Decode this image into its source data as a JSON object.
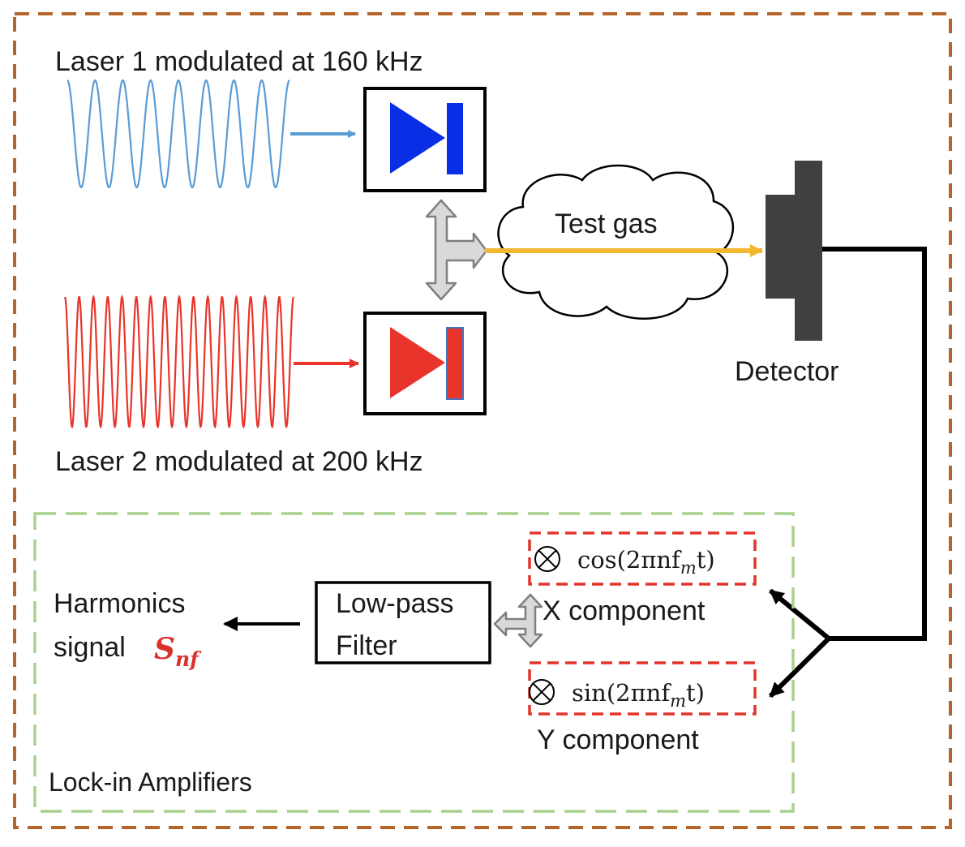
{
  "laser1": {
    "label": "Laser 1 modulated at 160 kHz",
    "color": "#5b9bd5",
    "diode_color": "#0a2ee6"
  },
  "laser2": {
    "label": "Laser 2 modulated at 200 kHz",
    "color": "#e8342a",
    "diode_color": "#e8342a"
  },
  "gas": {
    "label": "Test gas",
    "beam_color": "#f2b830"
  },
  "detector": {
    "label": "Detector"
  },
  "lockin": {
    "title": "Lock-in Amplifiers",
    "cos_ref": "cos(2πnf",
    "cos_sub": "m",
    "cos_end": "t)",
    "sin_ref": "sin(2πnf",
    "sin_sub": "m",
    "sin_end": "t)",
    "x_label": "X component",
    "y_label": "Y component",
    "filter_line1": "Low-pass",
    "filter_line2": "Filter",
    "output_line1": "Harmonics",
    "output_line2": "signal",
    "output_symbol": "S",
    "output_sub": "nf"
  },
  "colors": {
    "outer_border": "#b5652a",
    "inner_border": "#a9d18e",
    "ref_border": "#e3342a"
  }
}
